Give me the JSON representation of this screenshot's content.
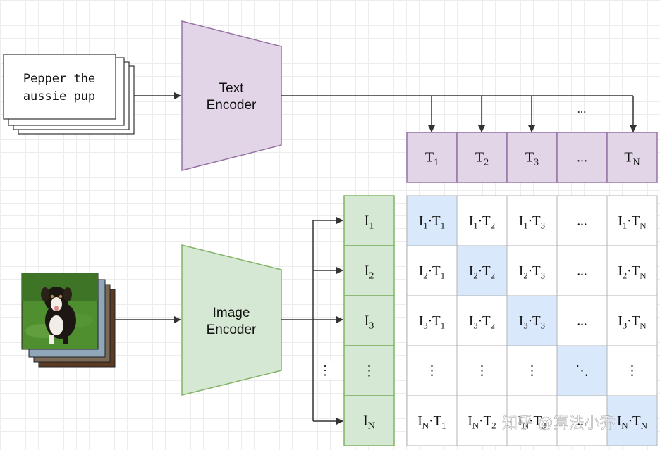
{
  "text_input": {
    "line1": "Pepper the",
    "line2": "aussie pup"
  },
  "text_encoder": {
    "line1": "Text",
    "line2": "Encoder"
  },
  "image_encoder": {
    "line1": "Image",
    "line2": "Encoder"
  },
  "text_dots": "...",
  "vdots": "⋮",
  "hdots": "...",
  "ddots": "⋱",
  "text_features": [
    {
      "base": "T",
      "sub": "1"
    },
    {
      "base": "T",
      "sub": "2"
    },
    {
      "base": "T",
      "sub": "3"
    },
    {
      "base": "...",
      "sub": ""
    },
    {
      "base": "T",
      "sub": "N"
    }
  ],
  "image_features": [
    {
      "base": "I",
      "sub": "1"
    },
    {
      "base": "I",
      "sub": "2"
    },
    {
      "base": "I",
      "sub": "3"
    },
    {
      "base": "⋮",
      "sub": ""
    },
    {
      "base": "I",
      "sub": "N"
    }
  ],
  "matrix_rows": [
    "1",
    "2",
    "3",
    "",
    "N"
  ],
  "matrix_cols": [
    "1",
    "2",
    "3",
    "",
    "N"
  ],
  "watermark": "知乎 @算法小乔",
  "colors": {
    "text_encoder_fill": "#e1d5e7",
    "text_encoder_stroke": "#9673a6",
    "image_encoder_fill": "#d5e8d4",
    "image_encoder_stroke": "#82b366",
    "diagonal_fill": "#dae8fc",
    "grid_stroke": "#b3b3b3"
  }
}
